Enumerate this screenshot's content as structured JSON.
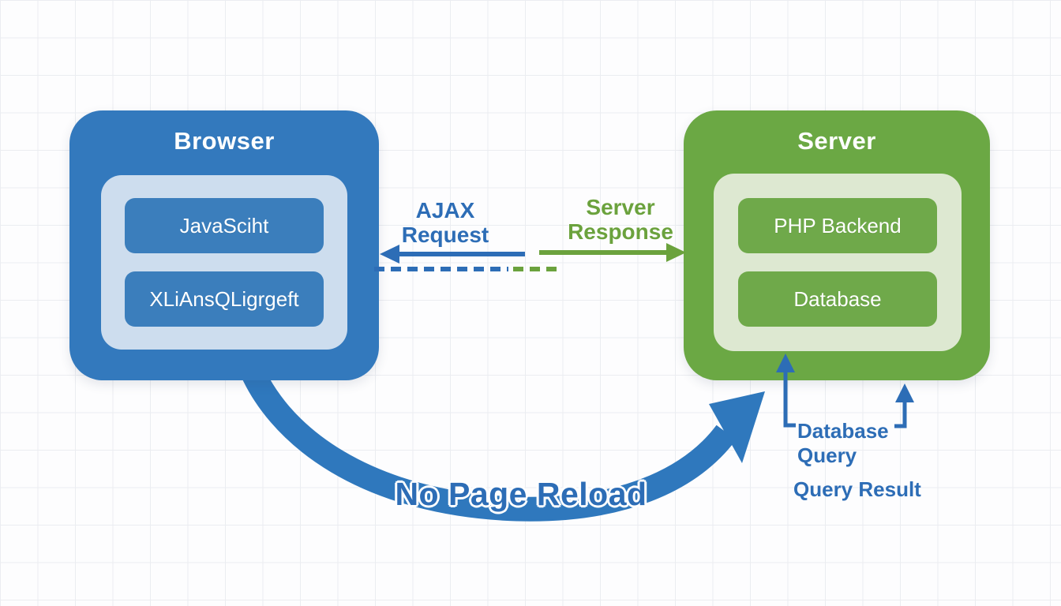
{
  "diagram": {
    "browser": {
      "title": "Browser",
      "items": [
        {
          "label": "JavaSciht"
        },
        {
          "label": "XLiAnsQLigrgeft"
        }
      ]
    },
    "server": {
      "title": "Server",
      "items": [
        {
          "label": "PHP Backend"
        },
        {
          "label": "Database"
        }
      ]
    },
    "flows": {
      "ajax_request": "AJAX\nRequest",
      "server_response": "Server\nResponse",
      "no_page_reload": "No Page Reload",
      "database_query": "Database\nQuery",
      "query_result": "Query Result"
    },
    "colors": {
      "browser_box": "#3379bd",
      "browser_panel": "#cdddee",
      "browser_inner_box": "#3b7ebc",
      "server_box": "#6ba844",
      "server_panel": "#dde8d1",
      "server_inner_box": "#6fa94a",
      "blue_accent": "#2d6db6",
      "green_accent": "#6ba23d",
      "curved_arrow": "#2f78bd",
      "grid_line": "#ebedf1",
      "background": "#fdfdfe"
    }
  }
}
